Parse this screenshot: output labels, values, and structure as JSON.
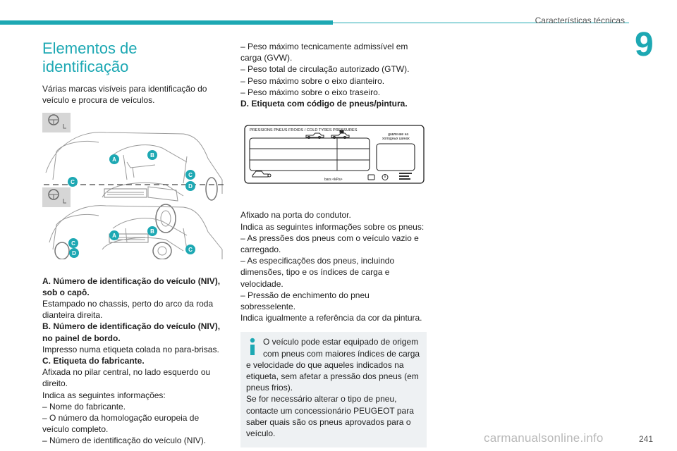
{
  "header": {
    "section_title": "Características técnicas",
    "chapter_number": "9",
    "page_number": "241",
    "accent_color": "#1da8b3"
  },
  "watermark": "carmanualsonline.info",
  "left": {
    "title": "Elementos de identificação",
    "intro": "Várias marcas visíveis para identificação do veículo e procura de veículos.",
    "figure": {
      "markers": [
        "A",
        "B",
        "C",
        "D"
      ]
    },
    "a_title": "A. Número de identificação do veículo (NIV), sob o capô.",
    "a_text": "Estampado no chassis, perto do arco da roda dianteira direita.",
    "b_title": "B. Número de identificação do veículo (NIV), no painel de bordo.",
    "b_text": "Impresso numa etiqueta colada no para-brisas.",
    "c_title": "C. Etiqueta do fabricante.",
    "c_text": "Afixada no pilar central, no lado esquerdo ou direito.",
    "c_info": "Indica as seguintes informações:",
    "c_items": [
      "–  Nome do fabricante.",
      "–  O número da homologação europeia de veículo completo.",
      "–  Número de identificação do veículo (NIV)."
    ]
  },
  "right": {
    "c_items": [
      "–  Peso máximo tecnicamente admissível em carga (GVW).",
      "–  Peso total de circulação autorizado (GTW).",
      "–  Peso máximo sobre o eixo dianteiro.",
      "–  Peso máximo sobre o eixo traseiro."
    ],
    "d_title": "D. Etiqueta com código de pneus/pintura.",
    "label_figure": {
      "header": "PRESSIONS PNEUS FROIDS / COLD TYRES PRESSURES",
      "russian_1": "давление на",
      "russian_2": "холодных шинах",
      "units": "bars   <kPa>"
    },
    "d_text_1": "Afixado na porta do condutor.",
    "d_text_2": "Indica as seguintes informações sobre os pneus:",
    "d_items": [
      "–  As pressões dos pneus com o veículo vazio e carregado.",
      "–  As especificações dos pneus, incluindo dimensões, tipo e os índices de carga e velocidade.",
      "–  Pressão de enchimento do pneu sobresselente."
    ],
    "d_text_3": "Indica igualmente a referência da cor da pintura.",
    "info_icon": "info-icon",
    "info_p1": "O veículo pode estar equipado de origem com pneus com maiores índices de carga e velocidade do que aqueles indicados na etiqueta, sem afetar a pressão dos pneus (em pneus frios).",
    "info_p2": "Se for necessário alterar o tipo de pneu, contacte um concessionário PEUGEOT para saber quais são os pneus aprovados para o veículo."
  }
}
